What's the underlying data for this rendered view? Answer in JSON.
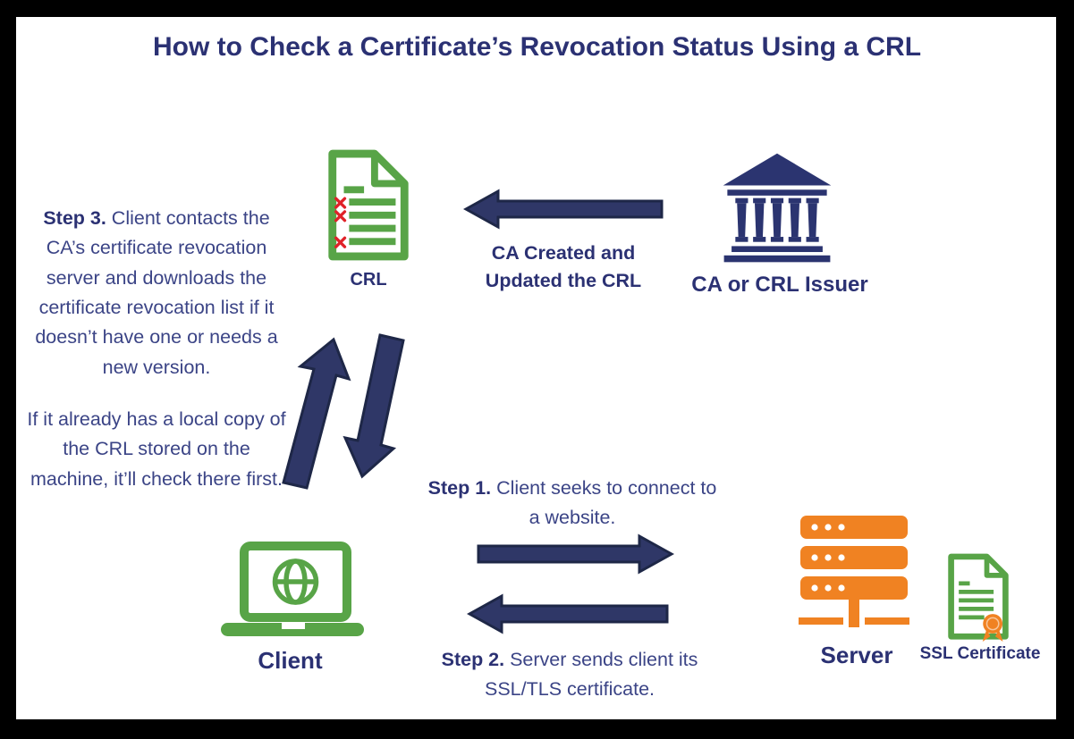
{
  "title": "How to Check a Certificate’s Revocation Status Using a CRL",
  "colors": {
    "frame": "#000000",
    "background": "#ffffff",
    "heading_text": "#2b3173",
    "body_text": "#3b4486",
    "navy": "#2b3470",
    "green": "#58a447",
    "orange": "#f08222",
    "red": "#e02229",
    "arrow_fill": "#2f3767",
    "arrow_outline": "#1e2747"
  },
  "nodes": {
    "crl": {
      "label": "CRL",
      "icon": "crl-document-icon"
    },
    "issuer": {
      "label": "CA or CRL Issuer",
      "icon": "bank-icon"
    },
    "client": {
      "label": "Client",
      "icon": "laptop-globe-icon"
    },
    "server": {
      "label": "Server",
      "icon": "server-rack-icon"
    },
    "ssl": {
      "label": "SSL Certificate",
      "icon": "certificate-seal-icon"
    }
  },
  "annotations": {
    "ca_flow": {
      "line1": "CA Created and",
      "line2": "Updated the CRL"
    },
    "step1": {
      "prefix": "Step 1.",
      "text": " Client seeks to connect to a website."
    },
    "step2": {
      "prefix": "Step 2.",
      "text": " Server sends client its SSL/TLS certificate."
    },
    "step3": {
      "prefix": "Step 3.",
      "text": " Client contacts the CA’s certificate revocation server and downloads the certificate revocation list if it doesn’t have one or needs a new version.",
      "text2": "If it already has a local copy of the CRL stored on the machine, it’ll check there first."
    }
  }
}
